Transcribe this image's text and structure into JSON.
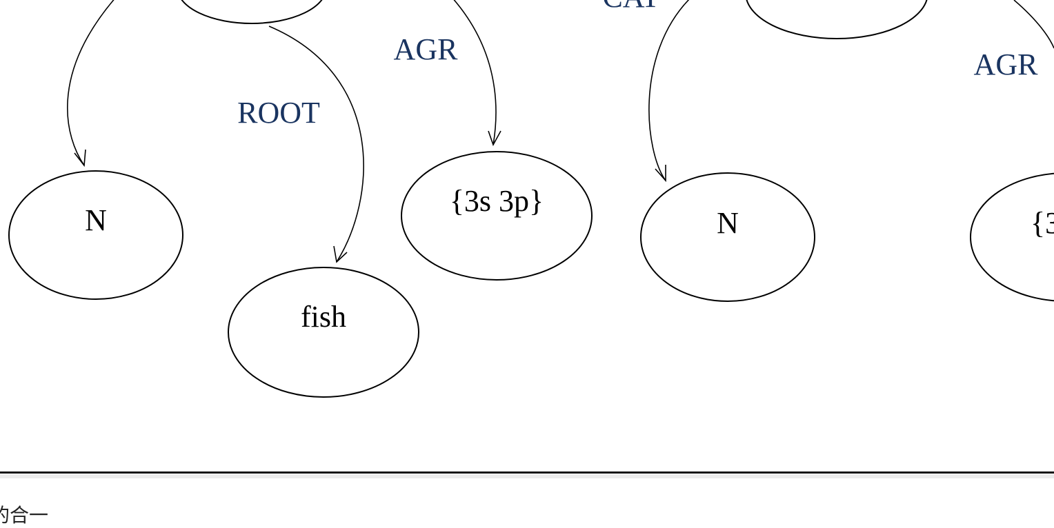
{
  "diagram": {
    "nodes": {
      "left_parent": "",
      "right_parent": "",
      "left_n": "N",
      "fish": "fish",
      "left_agr_value": "{3s 3p}",
      "right_n": "N",
      "right_agr_value": "{3"
    },
    "edge_labels": {
      "left_root": "ROOT",
      "left_agr": "AGR",
      "right_cat": "CAT",
      "right_agr": "AGR"
    }
  },
  "caption": "的合一"
}
